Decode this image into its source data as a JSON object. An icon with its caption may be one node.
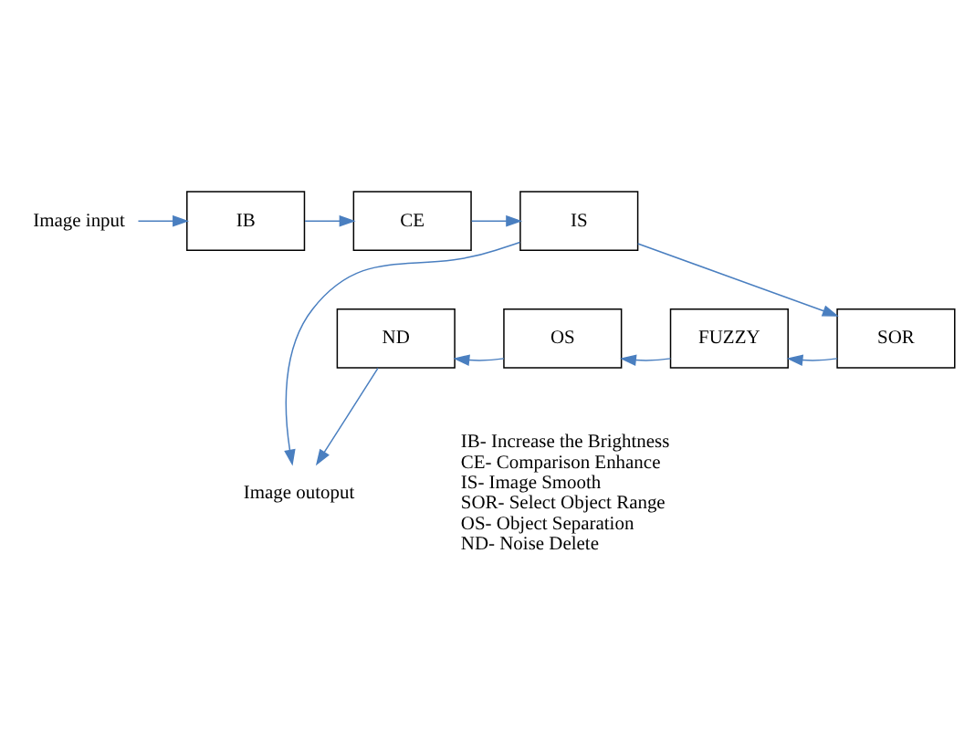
{
  "diagram": {
    "nodes": [
      {
        "text": [
          "Image input"
        ]
      },
      {
        "text": [
          "IB"
        ]
      },
      {
        "text": [
          "CE"
        ]
      },
      {
        "text": [
          "IS"
        ]
      },
      {
        "text": [
          "Image outoput"
        ]
      },
      {
        "text": [
          "ND"
        ]
      },
      {
        "text": [
          "OS"
        ]
      },
      {
        "text": [
          "FUZZY"
        ]
      },
      {
        "text": [
          "SOR"
        ]
      }
    ],
    "edges": [
      {
        "from": 0,
        "to": 1,
        "arrow": "to"
      },
      {
        "from": 1,
        "to": 2,
        "arrow": "to"
      },
      {
        "from": 2,
        "to": 3,
        "arrow": "to"
      },
      {
        "from": 3,
        "to": 4,
        "arrow": "to"
      },
      {
        "from": 3,
        "to": 8,
        "arrow": "to"
      },
      {
        "from": 8,
        "to": 7,
        "arrow": "to"
      },
      {
        "from": 7,
        "to": 6,
        "arrow": "to"
      },
      {
        "from": 6,
        "to": 5,
        "arrow": "to"
      },
      {
        "from": 5,
        "to": 4,
        "arrow": "to"
      }
    ],
    "labels": [
      "IB- Increase the Brightness",
      "CE- Comparison Enhance",
      "IS- Image Smooth",
      "SOR- Select Object Range",
      "OS- Object Separation",
      "ND- Noise Delete"
    ]
  }
}
